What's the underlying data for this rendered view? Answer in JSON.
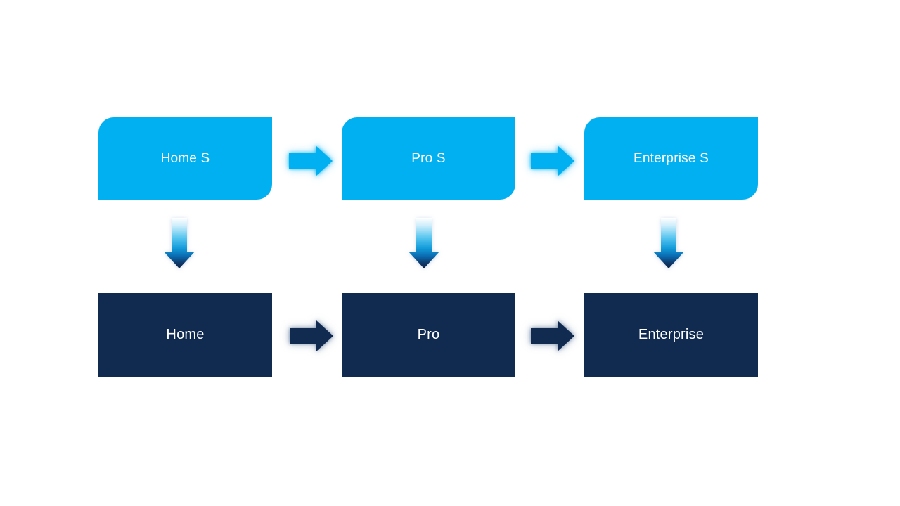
{
  "diagram": {
    "type": "process-flow",
    "top_row": {
      "boxes": [
        {
          "label": "Home S"
        },
        {
          "label": "Pro S"
        },
        {
          "label": "Enterprise S"
        }
      ],
      "fill": "#00b0f0",
      "text_color": "#ffffff",
      "shape": "round-diagonal-corner-rectangle"
    },
    "bottom_row": {
      "boxes": [
        {
          "label": "Home"
        },
        {
          "label": "Pro"
        },
        {
          "label": "Enterprise"
        }
      ],
      "fill": "#112a50",
      "text_color": "#ffffff",
      "shape": "rectangle"
    },
    "connectors": {
      "top_horizontal": {
        "icon": "right-arrow-icon",
        "color": "#00b0f0",
        "glow": "#00b0f0"
      },
      "bottom_horizontal": {
        "icon": "right-arrow-icon",
        "color": "#112a50",
        "glow": "#46648c"
      },
      "vertical": {
        "icon": "down-arrow-icon",
        "gradient": [
          "#ffffff",
          "#cfeefb",
          "#54c4ef",
          "#129cda",
          "#0a6db3",
          "#0f3566",
          "#0d2547"
        ]
      }
    },
    "colors": {
      "light_blue": "#00b0f0",
      "dark_navy": "#112a50",
      "background": "#ffffff"
    }
  }
}
